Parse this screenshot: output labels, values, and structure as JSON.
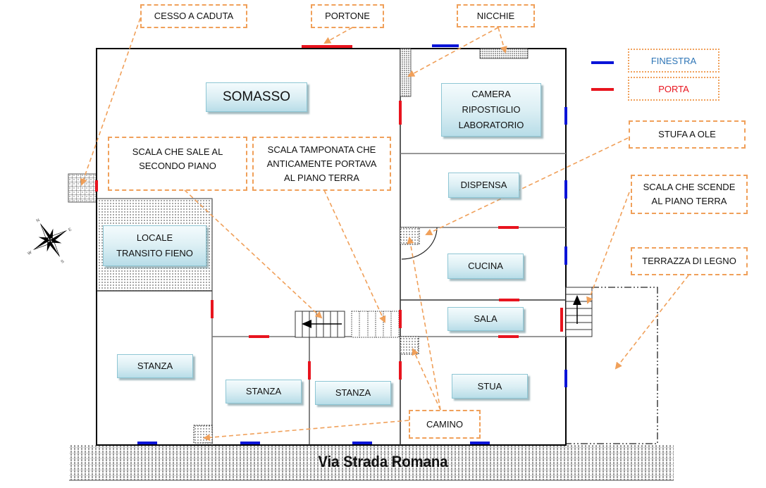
{
  "title": "Pianta primo piano",
  "colors": {
    "window": "#0a14d8",
    "door": "#e8141e",
    "callout_border": "#f0a05a",
    "room_label_border": "#8ec6d4",
    "legend_window_text": "#2e75b6",
    "legend_door_text": "#e8141e"
  },
  "legend": {
    "window_label": "FINESTRA",
    "door_label": "PORTA"
  },
  "rooms": {
    "somasso": "SOMASSO",
    "camera": "CAMERA\nRIPOSTIGLIO\nLABORATORIO",
    "dispensa": "DISPENSA",
    "locale_fieno": "LOCALE\nTRANSITO FIENO",
    "cucina": "CUCINA",
    "sala": "SALA",
    "stanza_1": "STANZA",
    "stanza_2": "STANZA",
    "stanza_3": "STANZA",
    "stua": "STUA"
  },
  "callouts": {
    "cesso": "CESSO A CADUTA",
    "portone": "PORTONE",
    "nicchie": "NICCHIE",
    "scala_sale": "SCALA CHE SALE AL\nSECONDO PIANO",
    "scala_tamponata": "SCALA TAMPONATA CHE\nANTICAMENTE PORTAVA\nAL PIANO TERRA",
    "stufa": "STUFA A OLE",
    "scala_scende": "SCALA CHE SCENDE\nAL PIANO TERRA",
    "terrazza": "TERRAZZA DI LEGNO",
    "camino": "CAMINO"
  },
  "compass": {
    "icon": "compass-rose-icon",
    "labels": [
      "N",
      "E",
      "S",
      "W"
    ]
  },
  "street": "Via Strada Romana"
}
